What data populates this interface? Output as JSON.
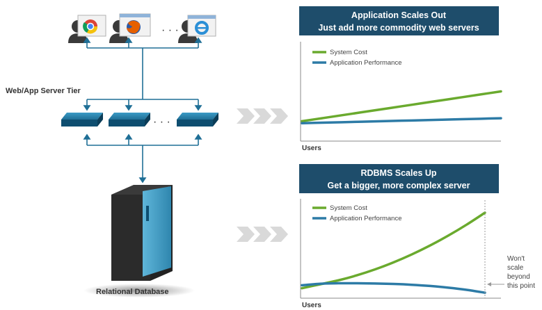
{
  "left": {
    "tier_label": "Web/App Server Tier",
    "db_label": "Relational Database",
    "ellipsis": "· · ·"
  },
  "colors": {
    "header_bg": "#1e4d6b",
    "system_cost": "#6aaa2e",
    "app_performance": "#2d7ba6",
    "arrow_chevron": "#d9d9d9",
    "server_blue": "#1f6f96",
    "db_blue": "#2f86ae",
    "user_silhouette": "#3a3a3a"
  },
  "icons": {
    "browsers": [
      "chrome-icon",
      "firefox-icon",
      "ie-icon"
    ],
    "server": "server-icon",
    "database": "database-icon",
    "user": "user-icon"
  },
  "chart_data": [
    {
      "type": "line",
      "title": "Application Scales Out",
      "subtitle": "Just add more commodity web servers",
      "xlabel": "Users",
      "ylabel": "",
      "legend": "top-left",
      "grid": false,
      "x": [
        0,
        1,
        2,
        3,
        4,
        5,
        6,
        7,
        8,
        9,
        10
      ],
      "ylim": [
        0,
        100
      ],
      "series": [
        {
          "name": "System Cost",
          "values": [
            20,
            23,
            26,
            29,
            32,
            35,
            38,
            41,
            44,
            47,
            50
          ]
        },
        {
          "name": "Application Performance",
          "values": [
            18,
            18.5,
            19,
            19.5,
            20,
            20.5,
            21,
            21.5,
            22,
            22.5,
            23
          ]
        }
      ]
    },
    {
      "type": "line",
      "title": "RDBMS Scales Up",
      "subtitle": "Get a bigger, more complex server",
      "xlabel": "Users",
      "ylabel": "",
      "legend": "top-left",
      "grid": false,
      "x": [
        0,
        1,
        2,
        3,
        4,
        5,
        6,
        7,
        8,
        9,
        10
      ],
      "ylim": [
        0,
        100
      ],
      "series": [
        {
          "name": "System Cost",
          "values": [
            10,
            14,
            18,
            23,
            29,
            36,
            44,
            53,
            63,
            74,
            86
          ]
        },
        {
          "name": "Application Performance",
          "values": [
            13,
            14.5,
            15,
            15,
            14.8,
            14.3,
            13.5,
            12.3,
            10.6,
            8.4,
            5.5
          ]
        }
      ],
      "annotation": {
        "lines": [
          "Won't",
          "scale",
          "beyond",
          "this point"
        ]
      }
    }
  ]
}
